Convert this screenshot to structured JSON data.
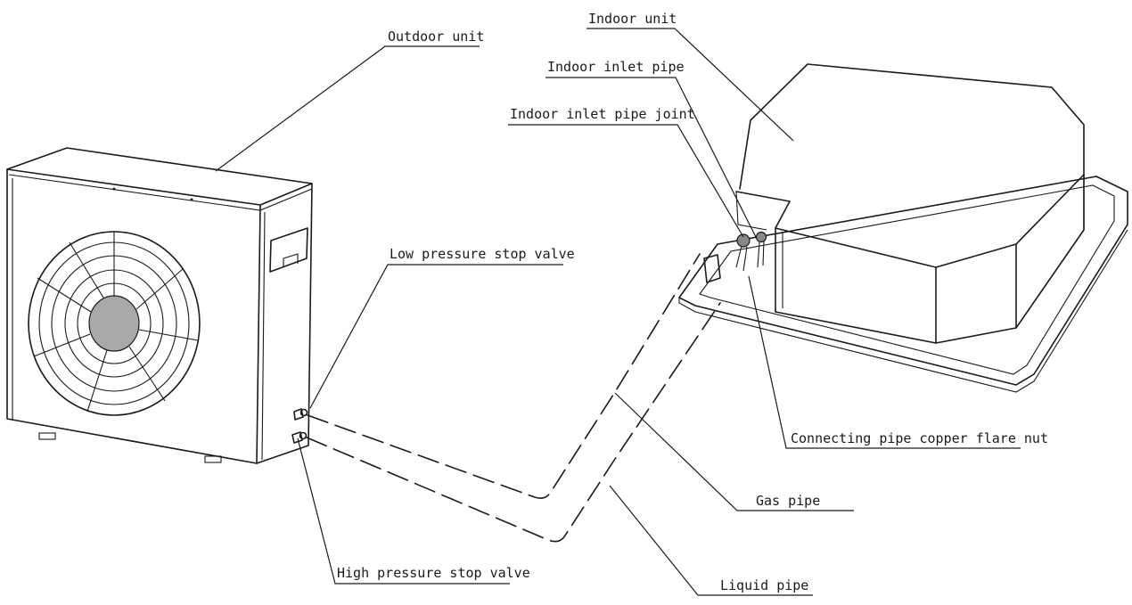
{
  "labels": {
    "outdoor_unit": "Outdoor unit",
    "indoor_unit": "Indoor unit",
    "indoor_inlet_pipe": "Indoor inlet pipe",
    "indoor_inlet_pipe_joint": "Indoor inlet pipe joint",
    "low_pressure_stop_valve": "Low pressure stop valve",
    "connecting_pipe_flare_nut": "Connecting pipe copper flare nut",
    "gas_pipe": "Gas pipe",
    "high_pressure_stop_valve": "High pressure stop valve",
    "liquid_pipe": "Liquid pipe"
  }
}
